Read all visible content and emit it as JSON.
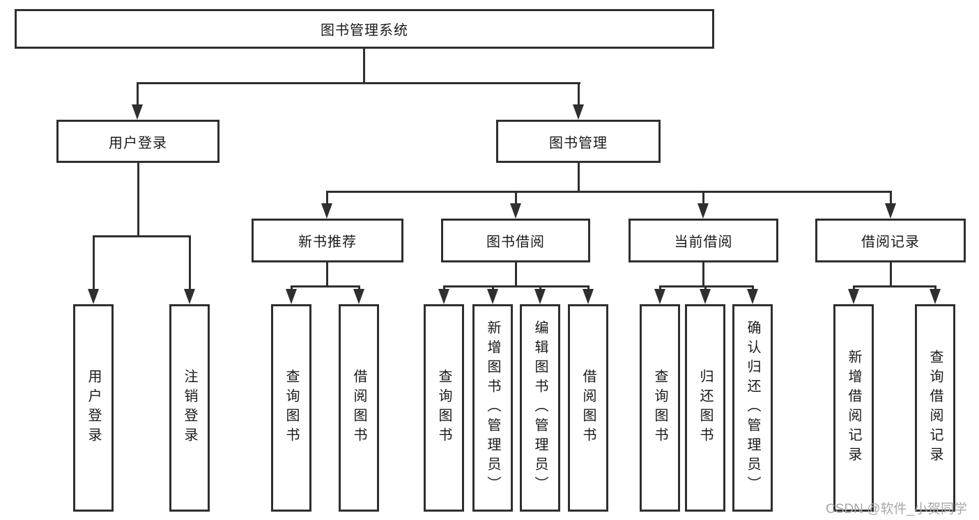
{
  "diagram": {
    "tree": {
      "label": "图书管理系统",
      "children": [
        {
          "label": "用户登录",
          "children": [
            {
              "label": "用户登录"
            },
            {
              "label": "注销登录"
            }
          ]
        },
        {
          "label": "图书管理",
          "children": [
            {
              "label": "新书推荐",
              "children": [
                {
                  "label": "查询图书"
                },
                {
                  "label": "借阅图书"
                }
              ]
            },
            {
              "label": "图书借阅",
              "children": [
                {
                  "label": "查询图书"
                },
                {
                  "label": "新增图书（管理员）"
                },
                {
                  "label": "编辑图书（管理员）"
                },
                {
                  "label": "借阅图书"
                }
              ]
            },
            {
              "label": "当前借阅",
              "children": [
                {
                  "label": "查询图书"
                },
                {
                  "label": "归还图书"
                },
                {
                  "label": "确认归还（管理员）"
                }
              ]
            },
            {
              "label": "借阅记录",
              "children": [
                {
                  "label": "新增借阅记录"
                },
                {
                  "label": "查询借阅记录"
                }
              ]
            }
          ]
        }
      ]
    },
    "colors": {
      "line": "#2f2f2f",
      "box_border": "#2f2f2f",
      "text": "#1a1a1a",
      "background": "#ffffff",
      "watermark": "#a8a8a8"
    }
  },
  "watermark": {
    "text": "CSDN @软件_小贺同学"
  }
}
